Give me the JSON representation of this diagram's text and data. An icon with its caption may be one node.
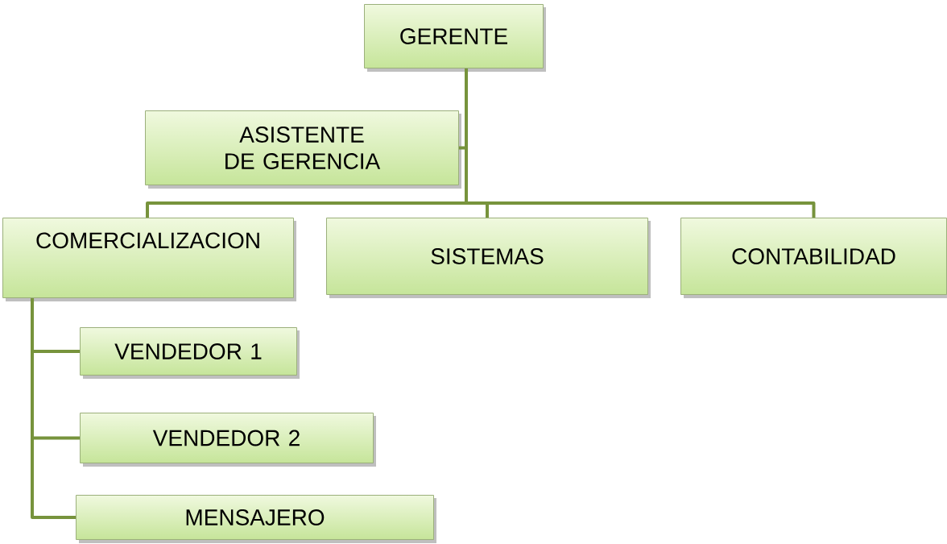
{
  "diagram": {
    "nodes": [
      {
        "text": [
          "GERENTE"
        ]
      },
      {
        "text": [
          "ASISTENTE DE GERENCIA"
        ]
      },
      {
        "text": [
          "COMERCIALIZACION"
        ]
      },
      {
        "text": [
          "SISTEMAS"
        ]
      },
      {
        "text": [
          "CONTABILIDAD"
        ]
      },
      {
        "text": [
          "VENDEDOR 1"
        ]
      },
      {
        "text": [
          "VENDEDOR 2"
        ]
      },
      {
        "text": [
          "MENSAJERO"
        ]
      }
    ],
    "edges": [
      {
        "from": 0,
        "to": 1,
        "arrow": "none"
      },
      {
        "from": 0,
        "to": 2,
        "arrow": "none"
      },
      {
        "from": 0,
        "to": 3,
        "arrow": "none"
      },
      {
        "from": 0,
        "to": 4,
        "arrow": "none"
      },
      {
        "from": 2,
        "to": 5,
        "arrow": "none"
      },
      {
        "from": 2,
        "to": 6,
        "arrow": "none"
      },
      {
        "from": 2,
        "to": 7,
        "arrow": "none"
      }
    ]
  }
}
